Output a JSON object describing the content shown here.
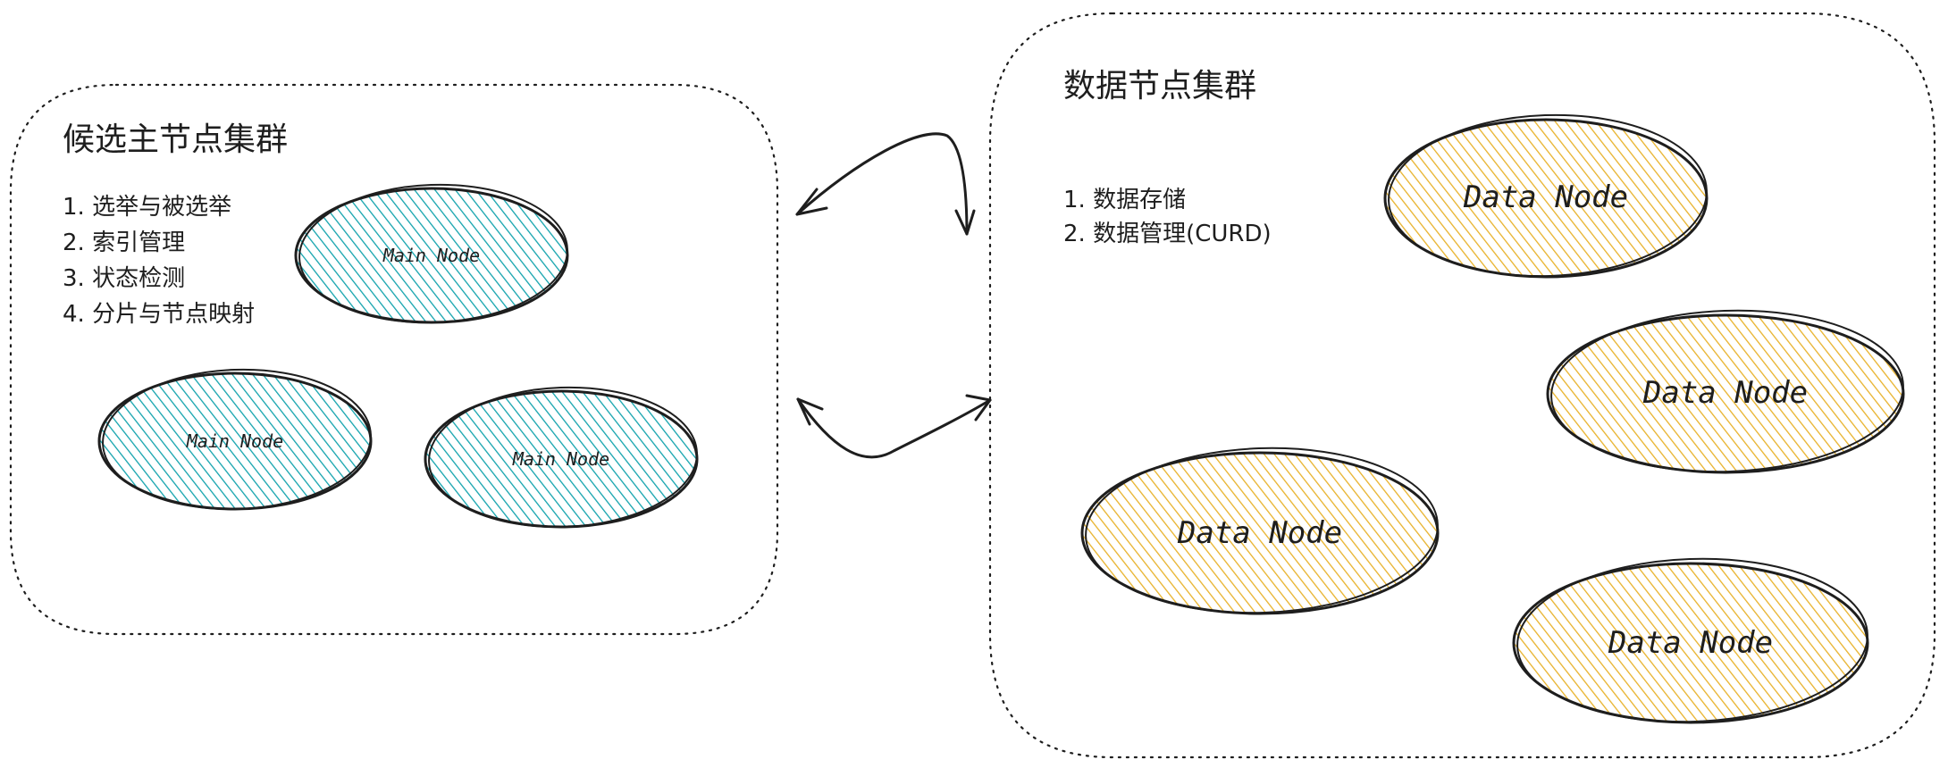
{
  "colors": {
    "main_node_fill": "#12a3ad",
    "data_node_fill": "#e8b22a",
    "outline": "#1e1e1e",
    "background": "#ffffff"
  },
  "master_cluster": {
    "title": "候选主节点集群",
    "responsibilities": [
      "1. 选举与被选举",
      "2. 索引管理",
      "3. 状态检测",
      "4. 分片与节点映射"
    ],
    "nodes": [
      {
        "label": "Main Node"
      },
      {
        "label": "Main Node"
      },
      {
        "label": "Main Node"
      }
    ]
  },
  "data_cluster": {
    "title": "数据节点集群",
    "responsibilities": [
      "1. 数据存储",
      "2. 数据管理(CURD)"
    ],
    "nodes": [
      {
        "label": "Data Node"
      },
      {
        "label": "Data Node"
      },
      {
        "label": "Data Node"
      },
      {
        "label": "Data Node"
      }
    ]
  },
  "connections": [
    {
      "from": "master_cluster",
      "to": "data_cluster",
      "style": "bidirectional-arrow"
    },
    {
      "from": "master_cluster",
      "to": "data_cluster",
      "style": "bidirectional-arrow"
    }
  ]
}
